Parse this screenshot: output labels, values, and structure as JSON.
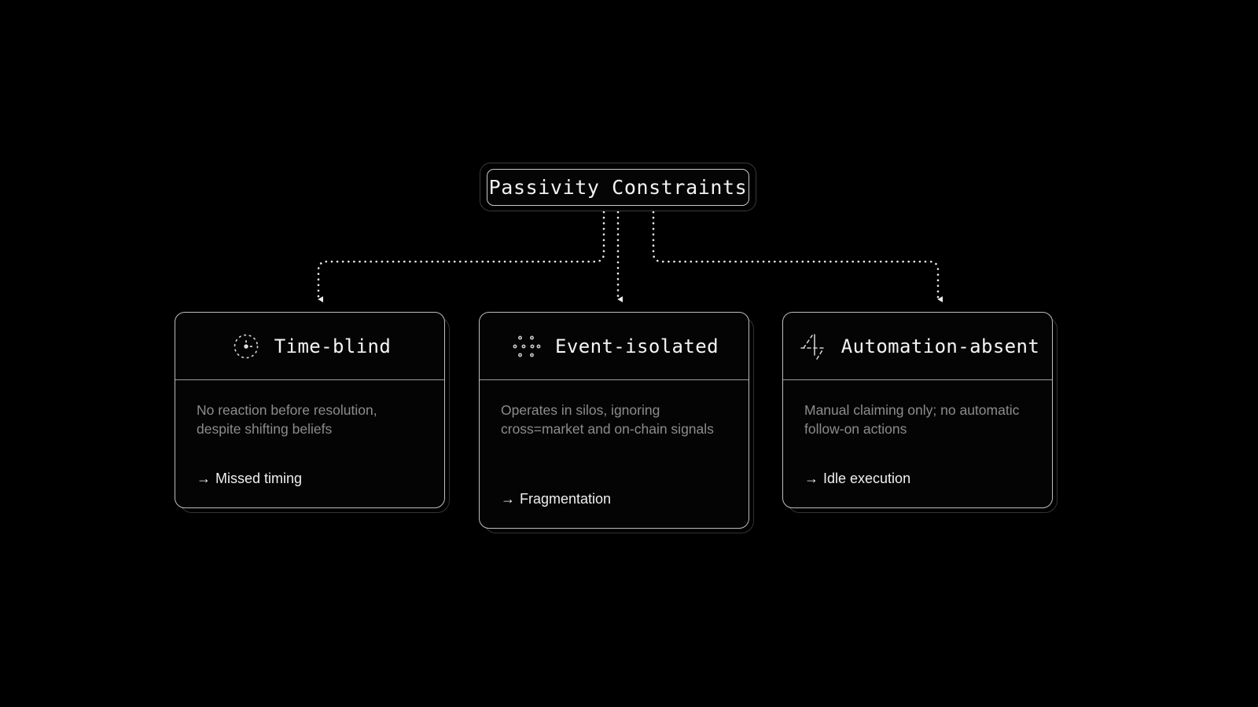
{
  "diagram": {
    "background_color": "#000000",
    "root": {
      "label": "Passivity Constraints",
      "border_color": "#c9c9c9"
    },
    "edge_style": {
      "type": "dotted-orthogonal",
      "color": "#e8e8e8",
      "arrowhead": "triangle-down"
    },
    "nodes": [
      {
        "icon": "clock-dotted-icon",
        "title": "Time-blind",
        "description": "No reaction before resolution, despite shifting beliefs",
        "outcome_arrow": "→",
        "outcome": "Missed timing"
      },
      {
        "icon": "scattered-nodes-icon",
        "title": "Event-isolated",
        "description": "Operates in silos, ignoring cross=market and on-chain signals",
        "outcome_arrow": "→",
        "outcome": "Fragmentation"
      },
      {
        "icon": "crossed-axes-dashed-icon",
        "title": "Automation-absent",
        "description": "Manual claiming only; no automatic follow-on actions",
        "outcome_arrow": "→",
        "outcome": "Idle execution"
      }
    ]
  }
}
